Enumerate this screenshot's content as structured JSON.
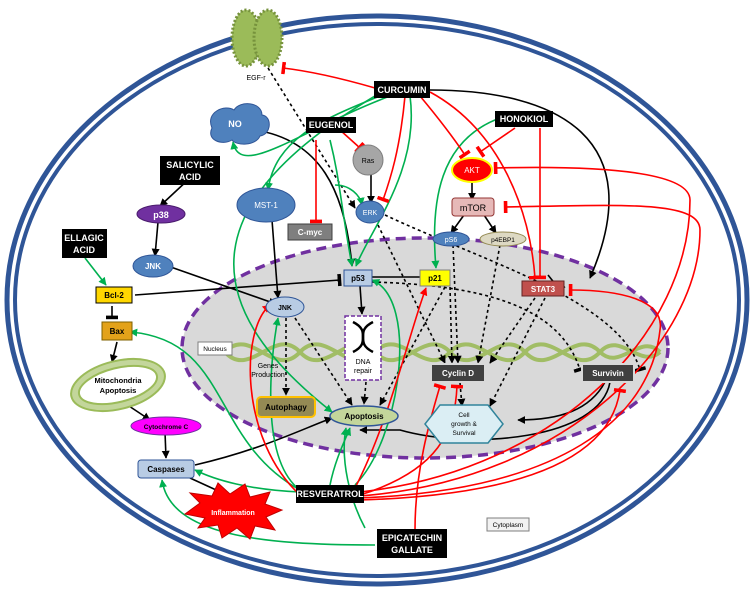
{
  "regions": {
    "nucleus": "Nucleus",
    "cytoplasm": "Cytoplasm",
    "receptor": "EGF-r"
  },
  "compounds": {
    "curcumin": "CURCUMIN",
    "eugenol": "EUGENOL",
    "honokiol": "HONOKIOL",
    "salicylic_1": "SALICYLIC",
    "salicylic_2": "ACID",
    "ellagic_1": "ELLAGIC",
    "ellagic_2": "ACID",
    "resveratrol": "RESVERATROL",
    "epicatechin_1": "EPICATECHIN",
    "epicatechin_2": "GALLATE"
  },
  "nodes": {
    "no": "NO",
    "ras": "Ras",
    "erk": "ERK",
    "mst1": "MST-1",
    "cmyc": "C-myc",
    "p38": "p38",
    "jnk_cyto": "JNK",
    "bcl2": "Bcl-2",
    "bax": "Bax",
    "akt": "AKT",
    "mtor": "mTOR",
    "ps6": "pS6",
    "p4ebp1": "p4EBP1",
    "p53": "p53",
    "p21": "p21",
    "stat3": "STAT3",
    "jnk_nuc": "JNK",
    "dna_repair_1": "DNA",
    "dna_repair_2": "repair",
    "genes_1": "Genes",
    "genes_2": "Production",
    "autophagy": "Autophagy",
    "apoptosis": "Apoptosis",
    "cyclin_d": "Cyclin D",
    "survivin": "Survivin",
    "cell_growth_1": "Cell",
    "cell_growth_2": "growth &",
    "cell_growth_3": "Survival",
    "mito_1": "Mitochondria",
    "mito_2": "Apoptosis",
    "cytochrome": "Cytochrome C",
    "caspases": "Caspases",
    "inflammation": "Inflammation"
  },
  "colors": {
    "cell_border": "#2f5597",
    "nucleus_border": "#7030a0",
    "nucleus_fill": "#d9d9d9",
    "activate": "#00b050",
    "inhibit": "#ff0000",
    "neutral": "#000000",
    "dna": "#9bbb59",
    "akt": "#ff0000",
    "stat3": "#c0504d",
    "mtor": "#e6b9b8",
    "p38": "#7030a0",
    "blue_node": "#4f81bd",
    "yellow": "#ffff00",
    "bcl2": "#ffd700",
    "bax": "#e3a21a",
    "autophagy": "#948a54",
    "cytochrome": "#ff00ff",
    "inflammation": "#ff0000",
    "caspases": "#b8cce4",
    "mito": "#c3d69b"
  }
}
